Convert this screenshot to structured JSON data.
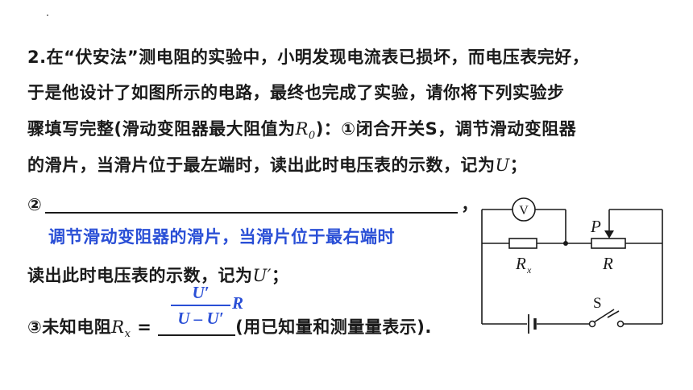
{
  "question": {
    "line1": "2.在“伏安法”测电阻的实验中，小明发现电流表已损坏，而电压表完好，",
    "line2": "于是他设计了如图所示的电路，最终也完成了实验，请你将下列实验步",
    "line3_a": "骤填写完整(滑动变阻器最大阻值为",
    "r0_symbol": "R",
    "r0_sub": "0",
    "line3_b": ")：①闭合开关S，调节滑动变阻器",
    "line4_a": "的滑片，当滑片位于最左端时，读出此时电压表的示数，记为",
    "u_symbol": "U",
    "line4_b": "；",
    "step2_marker": "②",
    "step2_comma": "，",
    "step2_answer": "调节滑动变阻器的滑片，当滑片位于最右端时",
    "line7_a": "读出此时电压表的示数，记为",
    "u_prime": "U′",
    "line7_b": "；",
    "step3_a": "③未知电阻",
    "rx_symbol": "R",
    "rx_sub": "x",
    "step3_eq": " = ",
    "step3_b": "(用已知量和测量量表示)."
  },
  "answer_formula": {
    "numerator": "U′",
    "denominator": "U – U′",
    "factor": "R"
  },
  "circuit": {
    "voltmeter": "V",
    "slider": "P",
    "rx_label": "R",
    "rx_sub": "x",
    "r_label": "R",
    "switch_label": "S"
  },
  "colors": {
    "answer": "#2a4fd6",
    "text": "#1a1a1a"
  }
}
